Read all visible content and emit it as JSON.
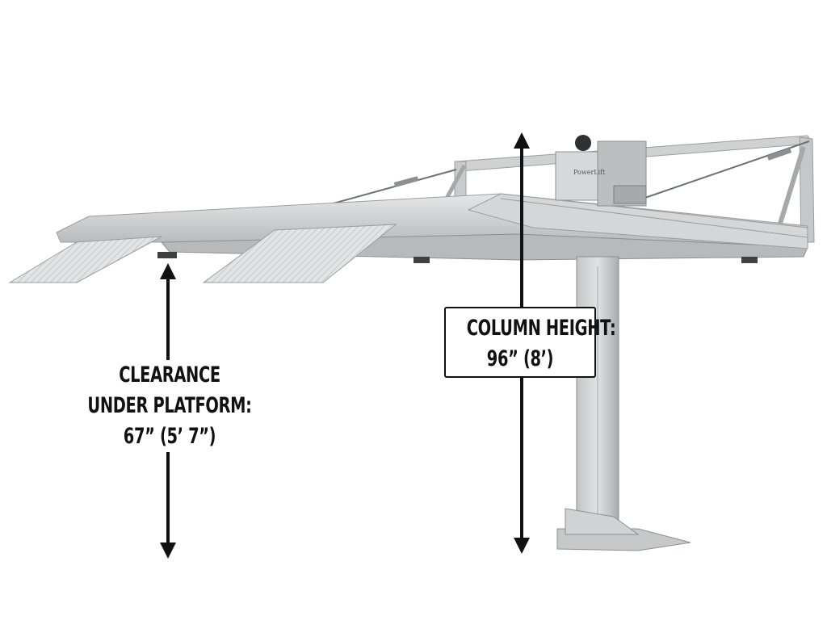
{
  "brand_logo_text": "PowerLift",
  "dimensions": {
    "clearance": {
      "line1": "CLEARANCE",
      "line2": "UNDER PLATFORM:",
      "line3": "67” (5’ 7”)"
    },
    "column_height": {
      "line1": "COLUMN HEIGHT:",
      "line2": "96” (8’)"
    }
  },
  "colors": {
    "metal_light": "#d9dadb",
    "metal_mid": "#b9bbbd",
    "metal_dark": "#8d9093",
    "label_text": "#111111",
    "background": "#ffffff"
  }
}
